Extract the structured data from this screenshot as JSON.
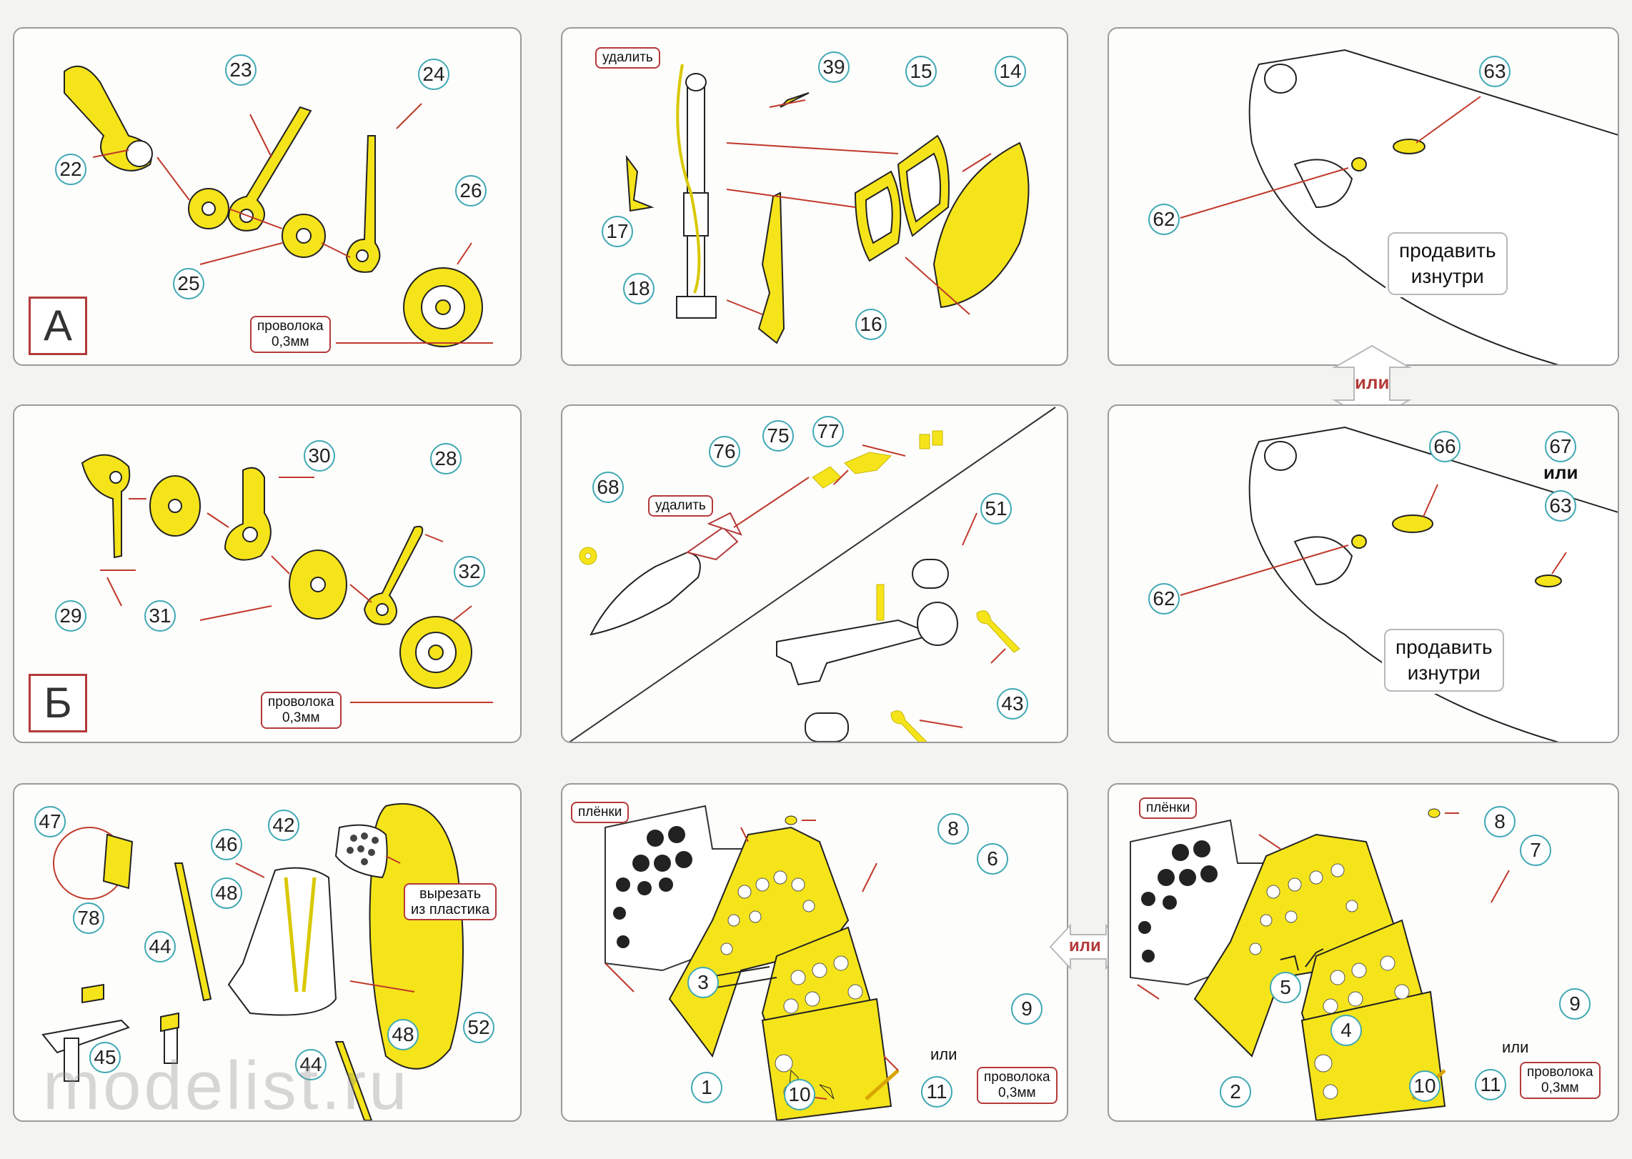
{
  "panel_a": {
    "letter": "А",
    "labels": [
      "22",
      "23",
      "24",
      "25",
      "26"
    ],
    "wire_line1": "проволока",
    "wire_line2": "0,3мм"
  },
  "panel_seat_frame": {
    "remove": "удалить",
    "labels": [
      "39",
      "15",
      "14",
      "17",
      "18",
      "16"
    ]
  },
  "panel_fuselage_1": {
    "labels": [
      "63",
      "62"
    ],
    "note_line1": "продавить",
    "note_line2": "изнутри"
  },
  "or_vertical": "или",
  "panel_b": {
    "letter": "Б",
    "labels": [
      "30",
      "28",
      "29",
      "31",
      "32"
    ],
    "wire_line1": "проволока",
    "wire_line2": "0,3мм"
  },
  "panel_bomb": {
    "remove": "удалить",
    "labels": [
      "68",
      "76",
      "75",
      "77",
      "51",
      "43"
    ]
  },
  "panel_fuselage_2": {
    "labels": [
      "66",
      "67",
      "63",
      "62"
    ],
    "or": "или",
    "note_line1": "продавить",
    "note_line2": "изнутри"
  },
  "panel_seat": {
    "labels": [
      "47",
      "78",
      "46",
      "42",
      "48",
      "44",
      "45",
      "48",
      "52",
      "44"
    ],
    "cut_line1": "вырезать",
    "cut_line2": "из пластика"
  },
  "panel_dash_1": {
    "film": "плёнки",
    "labels": [
      "8",
      "6",
      "3",
      "9",
      "1",
      "10",
      "11"
    ],
    "or": "или",
    "wire_line1": "проволока",
    "wire_line2": "0,3мм"
  },
  "or_horizontal": "или",
  "panel_dash_2": {
    "film": "плёнки",
    "labels": [
      "8",
      "7",
      "5",
      "4",
      "9",
      "2",
      "10",
      "11"
    ],
    "or": "или",
    "wire_line1": "проволока",
    "wire_line2": "0,3мм"
  },
  "watermark": "modelist.ru",
  "colors": {
    "part_yellow": "#f5e41a",
    "label_circle": "#3fa8b4",
    "tag_border": "#b43a3a",
    "arrow": "#c0392b"
  }
}
